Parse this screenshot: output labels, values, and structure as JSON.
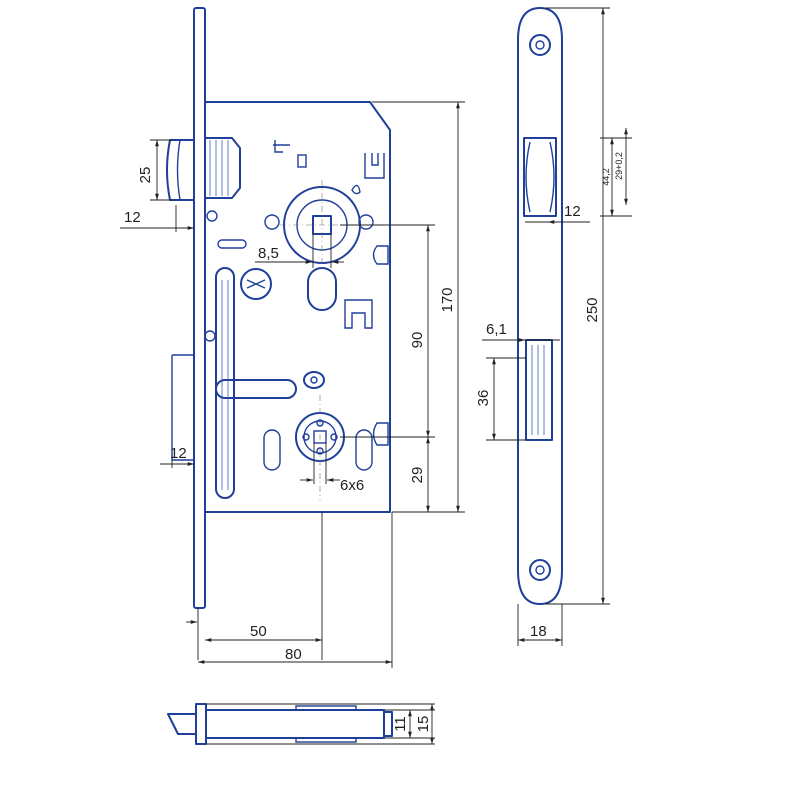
{
  "colors": {
    "outline": "#1f3f9a",
    "dimension": "#222222",
    "background": "#ffffff"
  },
  "dimensions": {
    "latch_height": "25",
    "latch_offset_top": "12",
    "spindle_square": "8,5",
    "spindle_to_keyhole": "90",
    "overall_body_height": "170",
    "strike_latch_opening": "29+0,2",
    "strike_latch_opening_small": "44,2",
    "strike_latch_depth": "12",
    "strike_bolt_offset": "6,1",
    "strike_bolt_height": "36",
    "strike_plate_length": "250",
    "strike_plate_width": "18",
    "bolt_offset_bottom": "12",
    "keyhole_square": "6x6",
    "keyhole_to_bottom": "29",
    "backset": "50",
    "body_width": "80",
    "faceplate_thickness": "11",
    "overall_thickness": "15"
  }
}
